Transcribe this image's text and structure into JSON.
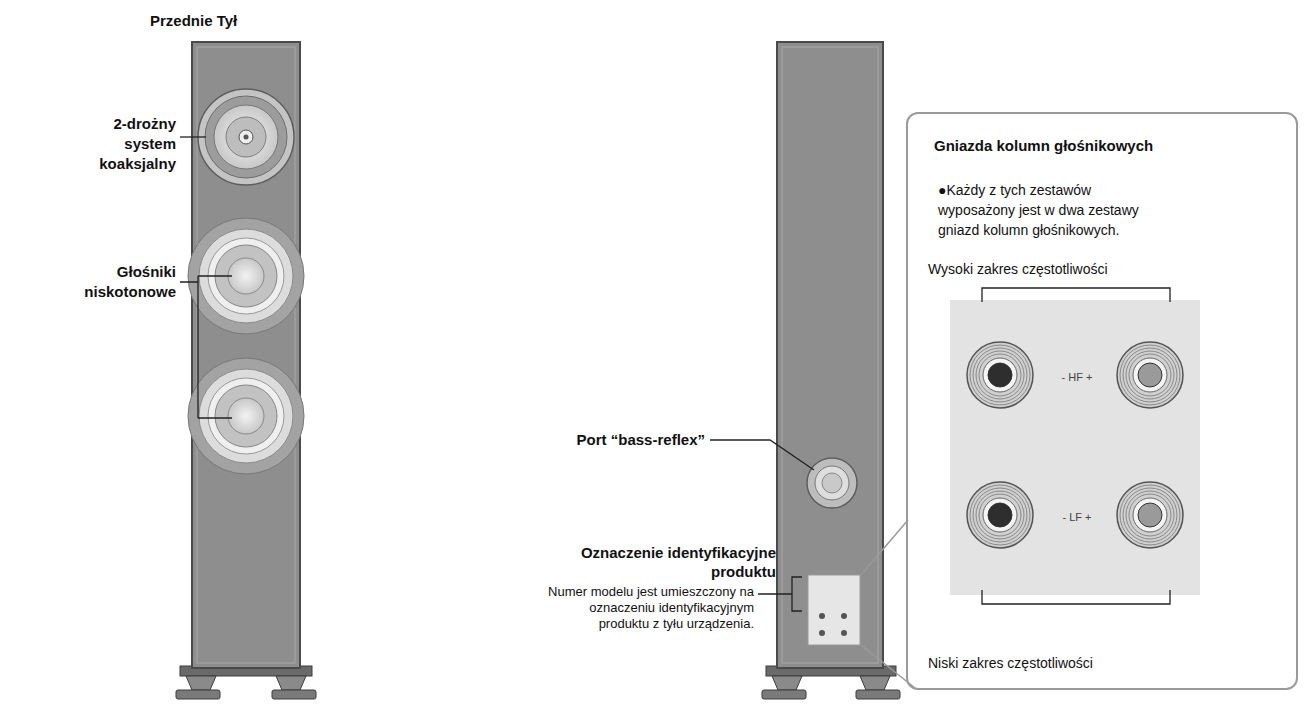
{
  "diagram": {
    "nodes": [
      {
        "text": [
          "Gniazda kolumn głośnikowych",
          "●Każdy z tych zestawów wyposażony jest w dwa zestawy gniazd kolumn głośnikowych.",
          "Wysoki zakres częstotliwości",
          "Niski zakres częstotliwości"
        ]
      },
      {
        "text": [
          "- HF +",
          "- LF +"
        ],
        "in": 0
      }
    ],
    "labels": [
      "Przednie Tył",
      "2-drożny system koaksjalny",
      "Głośniki niskotonowe",
      "Port “bass-reflex”",
      "Oznaczenie identyfikacyjne produktu",
      "Numer modelu jest umieszczony na oznaczeniu identyfikacyjnym produktu z tyłu urządzenia."
    ]
  }
}
